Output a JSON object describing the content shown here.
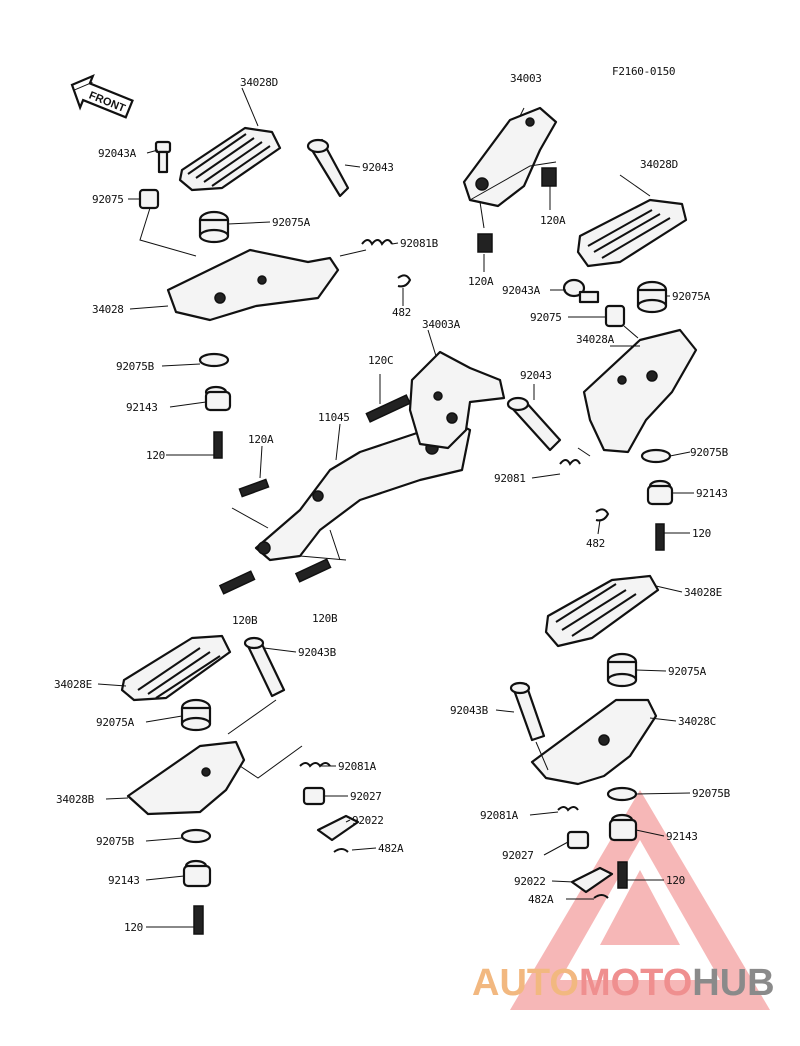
{
  "figure_code": "F2160-0150",
  "front_label": "FRONT",
  "labels": {
    "l_34028D_top": "34028D",
    "l_92043A_left": "92043A",
    "l_92043_top": "92043",
    "l_92075_left": "92075",
    "l_92075A_left": "92075A",
    "l_92081B": "92081B",
    "l_34028": "34028",
    "l_482_top": "482",
    "l_92075B_left": "92075B",
    "l_92143_left": "92143",
    "l_120_left": "120",
    "l_120A_mid": "120A",
    "l_11045": "11045",
    "l_120C": "120C",
    "l_34003A": "34003A",
    "l_120B_left": "120B",
    "l_120B_right": "120B",
    "l_34003": "34003",
    "l_120A_top_r": "120A",
    "l_120A_top_l": "120A",
    "l_34028D_right": "34028D",
    "l_92043A_right": "92043A",
    "l_92075A_right": "92075A",
    "l_92075_right": "92075",
    "l_34028A": "34028A",
    "l_92043_right": "92043",
    "l_92075B_right": "92075B",
    "l_92081": "92081",
    "l_92143_right": "92143",
    "l_482_mid": "482",
    "l_120_right": "120",
    "l_34028E_right": "34028E",
    "l_92043B_left": "92043B",
    "l_34028E_left": "34028E",
    "l_92075A_lower_left": "92075A",
    "l_92081A_left": "92081A",
    "l_92027_left": "92027",
    "l_34028B": "34028B",
    "l_92022_left": "92022",
    "l_92075B_lower_left": "92075B",
    "l_482A_left": "482A",
    "l_92143_lower_left": "92143",
    "l_120_lower_left": "120",
    "l_92075A_lower_right": "92075A",
    "l_92043B_right": "92043B",
    "l_34028C": "34028C",
    "l_92075B_lower_right": "92075B",
    "l_92081A_right": "92081A",
    "l_92143_lower_right": "92143",
    "l_92027_right": "92027",
    "l_120_lower_right": "120",
    "l_92022_right": "92022",
    "l_482A_right": "482A"
  },
  "watermark": {
    "part1": "AUTO",
    "part2": "MOTO",
    "part3": "HUB",
    "color1": "#f2b880",
    "color2": "#ef8f8f",
    "color3": "#8a8a8a",
    "triangle_color": "#f07e7e"
  }
}
